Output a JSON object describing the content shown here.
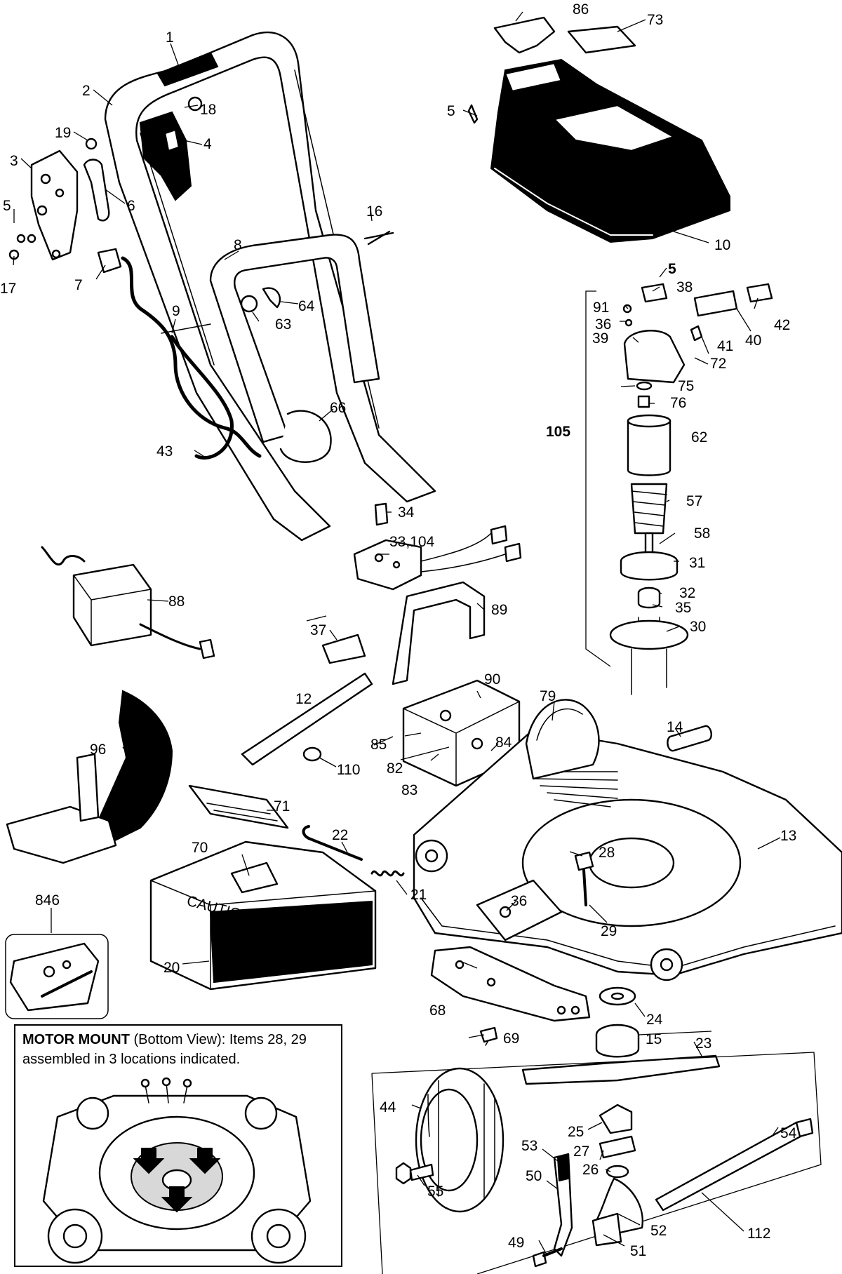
{
  "callouts": {
    "c1": "1",
    "c2": "2",
    "c3": "3",
    "c4": "4",
    "c5a": "5",
    "c5b": "5",
    "c5c": "5",
    "c6": "6",
    "c7": "7",
    "c8": "8",
    "c9": "9",
    "c10": "10",
    "c12": "12",
    "c13": "13",
    "c14": "14",
    "c15": "15",
    "c16": "16",
    "c17": "17",
    "c18": "18",
    "c19": "19",
    "c20": "20",
    "c21": "21",
    "c22": "22",
    "c23": "23",
    "c24": "24",
    "c25": "25",
    "c26": "26",
    "c27": "27",
    "c28": "28",
    "c29": "29",
    "c30": "30",
    "c31": "31",
    "c32": "32",
    "c33": "33,104",
    "c34": "34",
    "c35": "35",
    "c36a": "36",
    "c36b": "36",
    "c37": "37",
    "c38": "38",
    "c39": "39",
    "c40": "40",
    "c41": "41",
    "c42": "42",
    "c43": "43",
    "c44": "44",
    "c49": "49",
    "c50": "50",
    "c51": "51",
    "c52": "52",
    "c53": "53",
    "c54": "54",
    "c55": "55",
    "c57": "57",
    "c58": "58",
    "c62": "62",
    "c63": "63",
    "c64": "64",
    "c66": "66",
    "c68": "68",
    "c69": "69",
    "c70": "70",
    "c71": "71",
    "c72": "72",
    "c73": "73",
    "c75": "75",
    "c76": "76",
    "c79": "79",
    "c82": "82",
    "c83": "83",
    "c84": "84",
    "c85": "85",
    "c86": "86",
    "c88": "88",
    "c89": "89",
    "c90": "90",
    "c91": "91",
    "c96": "96",
    "c105": "105",
    "c110": "110",
    "c112": "112",
    "c846": "846"
  },
  "deck_lettering": "CAUTION",
  "motor_mount": {
    "title": "MOTOR MOUNT",
    "text": " (Bottom View): Items 28, 29 assembled in 3 locations indicated."
  }
}
